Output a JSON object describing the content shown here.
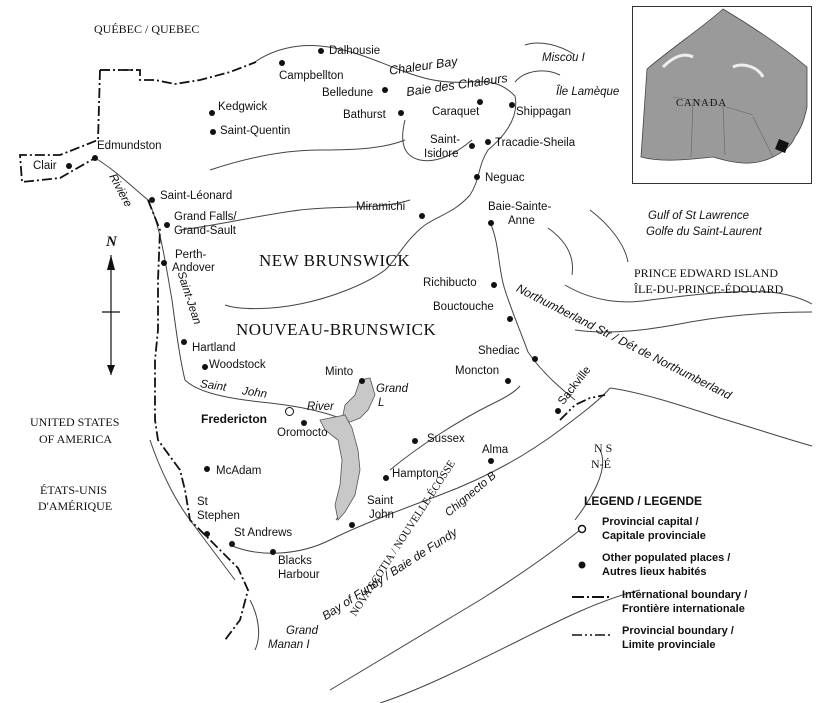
{
  "map": {
    "regions": {
      "quebec": "QUÉBEC / QUEBEC",
      "nb_en": "NEW BRUNSWICK",
      "nb_fr": "NOUVEAU-BRUNSWICK",
      "us_en_1": "UNITED STATES",
      "us_en_2": "OF AMERICA",
      "us_fr_1": "ÉTATS-UNIS",
      "us_fr_2": "D'AMÉRIQUE",
      "pei_en": "PRINCE EDWARD ISLAND",
      "pei_fr": "ÎLE-DU-PRINCE-ÉDOUARD",
      "ns_abbr": "N S",
      "ns_abbr_fr": "N-É",
      "nova_scotia": "NOVA SCOTIA / NOUVELLE-ÉCOSSE"
    },
    "water": {
      "chaleur_1": "Chaleur Bay",
      "chaleur_2": "Baie des Chaleurs",
      "gulf_1": "Gulf of St Lawrence",
      "gulf_2": "Golfe du Saint-Laurent",
      "northumberland": "Northumberland Str / Dét de Northumberland",
      "fundy": "Bay of Fundy / Baie de Fundy",
      "chignecto": "Chignecto B",
      "grand_lake_1": "Grand",
      "grand_lake_2": "L",
      "riviere": "Rivière",
      "saint_jean": "Saint-Jean",
      "saint_john_river_1": "Saint",
      "saint_john_river_2": "John",
      "saint_john_river_3": "River"
    },
    "islands": {
      "miscou": "Miscou I",
      "lameque": "Île Lamèque",
      "grand_manan_1": "Grand",
      "grand_manan_2": "Manan I"
    },
    "places": {
      "dalhousie": "Dalhousie",
      "campbellton": "Campbellton",
      "belledune": "Belledune",
      "bathurst": "Bathurst",
      "caraquet": "Caraquet",
      "shippagan": "Shippagan",
      "kedgwick": "Kedgwick",
      "saint_quentin": "Saint-Quentin",
      "saint_isidore_1": "Saint-",
      "saint_isidore_2": "Isidore",
      "tracadie": "Tracadie-Sheila",
      "edmundston": "Edmundston",
      "clair": "Clair",
      "neguac": "Neguac",
      "saint_leonard": "Saint-Léonard",
      "miramichi": "Miramichi",
      "baie_ste_anne_1": "Baie-Sainte-",
      "baie_ste_anne_2": "Anne",
      "grand_falls_1": "Grand Falls/",
      "grand_falls_2": "Grand-Sault",
      "perth_1": "Perth-",
      "perth_2": "Andover",
      "richibucto": "Richibucto",
      "bouctouche": "Bouctouche",
      "hartland": "Hartland",
      "shediac": "Shediac",
      "woodstock": "Woodstock",
      "minto": "Minto",
      "moncton": "Moncton",
      "fredericton": "Fredericton",
      "oromocto": "Oromocto",
      "sackville": "Sackville",
      "sussex": "Sussex",
      "mcadam": "McAdam",
      "alma": "Alma",
      "hampton": "Hampton",
      "st_stephen_1": "St",
      "st_stephen_2": "Stephen",
      "saint_john_1": "Saint",
      "saint_john_2": "John",
      "st_andrews": "St Andrews",
      "blacks_1": "Blacks",
      "blacks_2": "Harbour"
    },
    "north_arrow": "N"
  },
  "inset": {
    "label": "CANADA"
  },
  "legend": {
    "title": "LEGEND / LEGENDE",
    "capital_1": "Provincial capital /",
    "capital_2": "Capitale provinciale",
    "places_1": "Other populated places /",
    "places_2": "Autres lieux habités",
    "intl_1": "International boundary /",
    "intl_2": "Frontière internationale",
    "prov_1": "Provincial boundary /",
    "prov_2": "Limite provinciale"
  },
  "colors": {
    "ink": "#111111",
    "water_fill": "#c8c8c8",
    "inset_land": "#9a9a9a"
  }
}
